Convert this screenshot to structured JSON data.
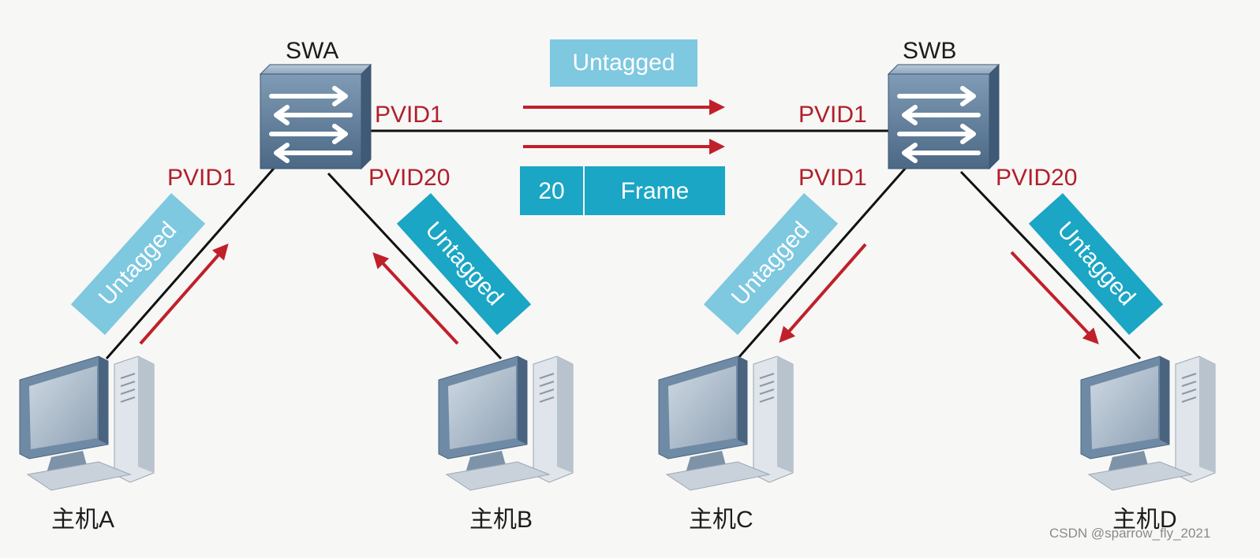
{
  "switches": [
    {
      "id": "swa",
      "name": "SWA"
    },
    {
      "id": "swb",
      "name": "SWB"
    }
  ],
  "hosts": [
    {
      "id": "a",
      "name": "主机A"
    },
    {
      "id": "b",
      "name": "主机B"
    },
    {
      "id": "c",
      "name": "主机C"
    },
    {
      "id": "d",
      "name": "主机D"
    }
  ],
  "ports": {
    "swa_trunk": "PVID1",
    "swa_host_a": "PVID1",
    "swa_host_b": "PVID20",
    "swb_trunk": "PVID1",
    "swb_host_c": "PVID1",
    "swb_host_d": "PVID20"
  },
  "frames": {
    "trunk_untagged": "Untagged",
    "vlan_tag": "20",
    "vlan_payload": "Frame",
    "link_a": "Untagged",
    "link_b": "Untagged",
    "link_c": "Untagged",
    "link_d": "Untagged"
  },
  "colors": {
    "pvid_text": "#b0202a",
    "arrow": "#c0202a",
    "frame_vlan1": "#7ec8e0",
    "frame_vlan20": "#1aa6c4",
    "switch_body": "#5f7f9c"
  },
  "watermark": "CSDN @sparrow_fly_2021"
}
